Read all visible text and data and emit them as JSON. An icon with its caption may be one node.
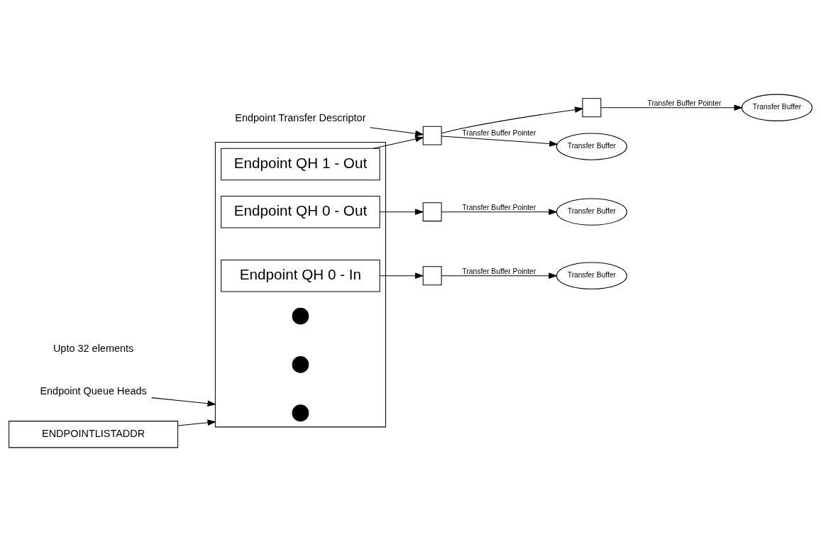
{
  "diagram": {
    "nodes": [
      {
        "text": [],
        "shape": "box"
      },
      {
        "text": [],
        "shape": "circle",
        "in": 0
      },
      {
        "text": [],
        "shape": "circle",
        "in": 0
      },
      {
        "text": [],
        "shape": "circle",
        "in": 0
      },
      {
        "text": [
          "Endpoint QH 1 - Out"
        ],
        "in": 0
      },
      {
        "text": [
          "Endpoint QH 0 - In"
        ],
        "in": 0
      },
      {
        "text": [
          "Endpoint QH 0 - Out"
        ],
        "in": 0
      },
      {
        "text": [
          "Endpoint Transfer Descriptor"
        ]
      },
      {
        "text": [],
        "shape": "box"
      },
      {
        "text": [
          "Transfer Buffer"
        ]
      },
      {
        "text": [],
        "shape": "box"
      },
      {
        "text": [
          "Transfer Buffer"
        ]
      },
      {
        "text": [],
        "shape": "box"
      },
      {
        "text": [
          "Transfer Buffer"
        ]
      },
      {
        "text": [],
        "shape": "box"
      },
      {
        "text": [
          "Transfer Buffer"
        ]
      },
      {
        "text": [
          "Endpoint Queue Heads"
        ]
      },
      {
        "text": [
          "ENDPOINTLISTADDR"
        ]
      }
    ],
    "edges": [
      {
        "from": 4,
        "to": 8,
        "arrow": "to"
      },
      {
        "from": 8,
        "to": 9,
        "arrow": "to",
        "label": "Transfer Buffer Pointer"
      },
      {
        "from": 8,
        "to": 10,
        "arrow": "to"
      },
      {
        "from": 10,
        "to": 11,
        "arrow": "to",
        "label": "Transfer Buffer Pointer"
      },
      {
        "from": 5,
        "to": 12,
        "arrow": "to"
      },
      {
        "from": 12,
        "to": 13,
        "arrow": "to",
        "label": "Transfer Buffer Pointer"
      },
      {
        "from": 6,
        "to": 14,
        "arrow": "to"
      },
      {
        "from": 14,
        "to": 15,
        "arrow": "to",
        "label": "Transfer Buffer Pointer"
      },
      {
        "from": 7,
        "to": 8,
        "arrow": "to"
      },
      {
        "from": 16,
        "to": 0,
        "arrow": "to"
      },
      {
        "from": 17,
        "to": 0,
        "arrow": "to"
      }
    ],
    "labels": [
      "Upto 32 elements"
    ]
  }
}
